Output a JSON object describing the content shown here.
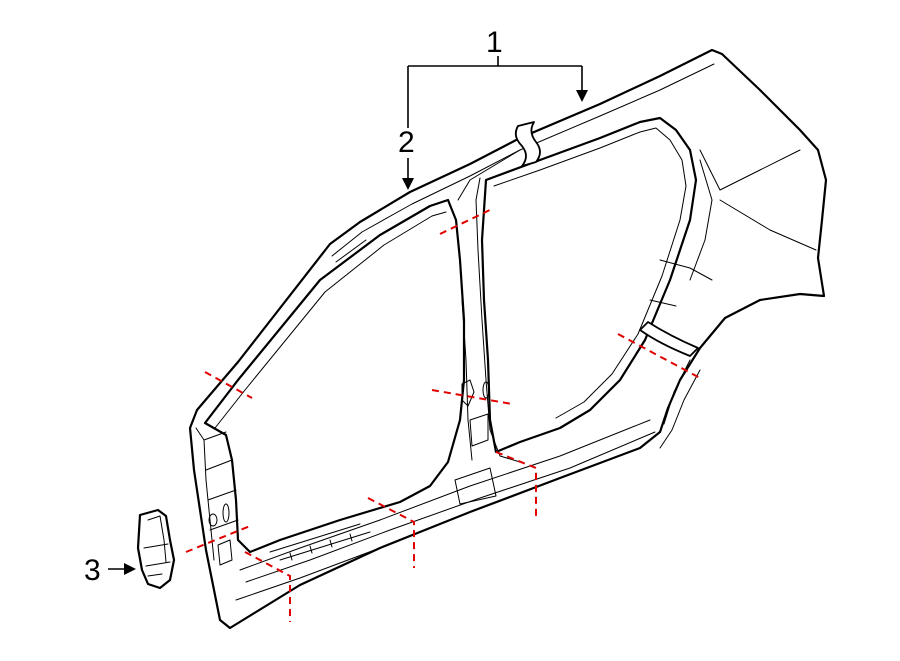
{
  "callouts": [
    {
      "id": "1",
      "label": "1"
    },
    {
      "id": "2",
      "label": "2"
    },
    {
      "id": "3",
      "label": "3"
    }
  ],
  "colors": {
    "line": "#000000",
    "cut_line": "#e00000",
    "background": "#ffffff"
  }
}
